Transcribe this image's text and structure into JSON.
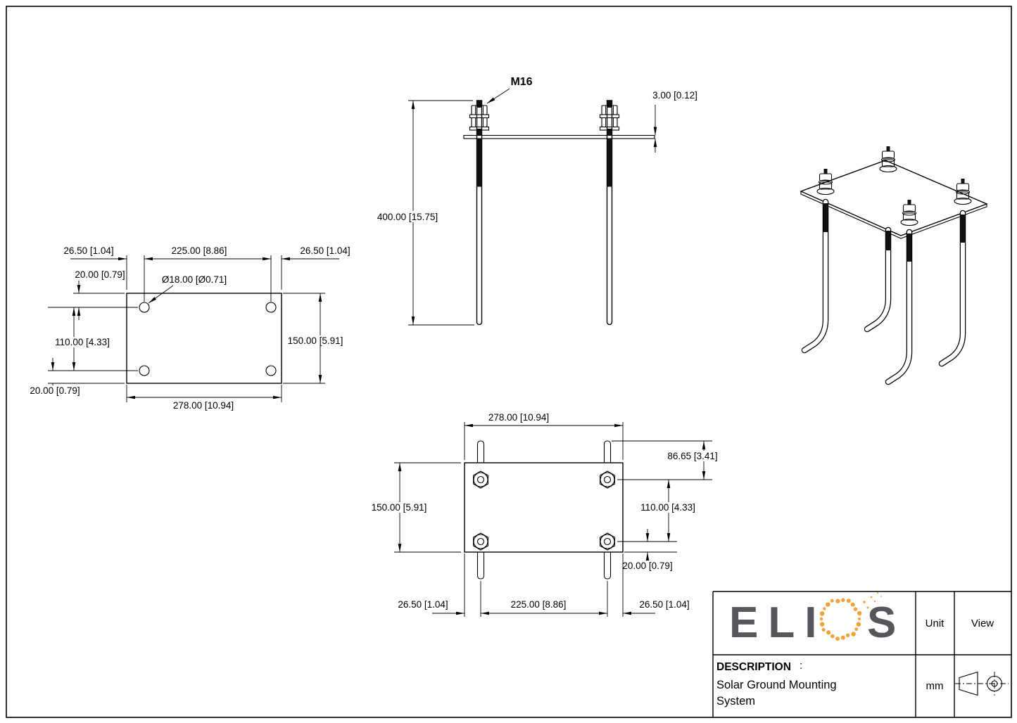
{
  "views": {
    "plate_top": {
      "dims": {
        "left_margin": "26.50 [1.04]",
        "hole_span_h": "225.00 [8.86]",
        "right_margin": "26.50 [1.04]",
        "top_offset": "20.00 [0.79]",
        "hole_dia": "Ø18.00 [Ø0.71]",
        "hole_span_v": "110.00 [4.33]",
        "height": "150.00 [5.91]",
        "bottom_offset": "20.00 [0.79]",
        "width": "278.00 [10.94]"
      }
    },
    "front": {
      "thread": "M16",
      "plate_thickness": "3.00 [0.12]",
      "bolt_length": "400.00 [15.75]"
    },
    "plate_bottom": {
      "width": "278.00 [10.94]",
      "hook_ext": "86.65 [3.41]",
      "height": "150.00 [5.91]",
      "hole_span_v": "110.00 [4.33]",
      "bottom_offset": "20.00 [0.79]",
      "left_margin": "26.50 [1.04]",
      "hole_span_h": "225.00 [8.86]",
      "right_margin": "26.50 [1.04]"
    }
  },
  "title_block": {
    "brand_eli": "ELI",
    "brand_s": "S",
    "unit_label": "Unit",
    "view_label": "View",
    "description_label": "DESCRIPTION",
    "description_colon": ":",
    "description_line1": "Solar Ground Mounting",
    "description_line2": "System",
    "unit_value": "mm"
  },
  "colors": {
    "ink": "#000000",
    "logo_gray": "#56575b",
    "logo_dot_orange": "#f2a33c"
  }
}
